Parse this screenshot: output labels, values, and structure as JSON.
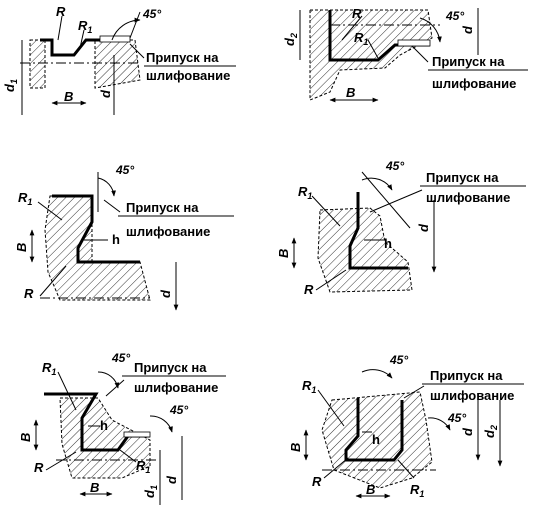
{
  "note": {
    "line1": "Припуск на",
    "line2": "шлифование"
  },
  "angle": "45°",
  "labels": {
    "R": "R",
    "R1": "R",
    "R1_sub": "1",
    "B": "B",
    "d": "d",
    "d1": "d",
    "d1_sub": "1",
    "d2": "d",
    "d2_sub": "2",
    "h": "h"
  },
  "figures": [
    {
      "id": "fig1"
    },
    {
      "id": "fig2"
    },
    {
      "id": "fig3"
    },
    {
      "id": "fig4"
    },
    {
      "id": "fig5"
    },
    {
      "id": "fig6"
    }
  ]
}
